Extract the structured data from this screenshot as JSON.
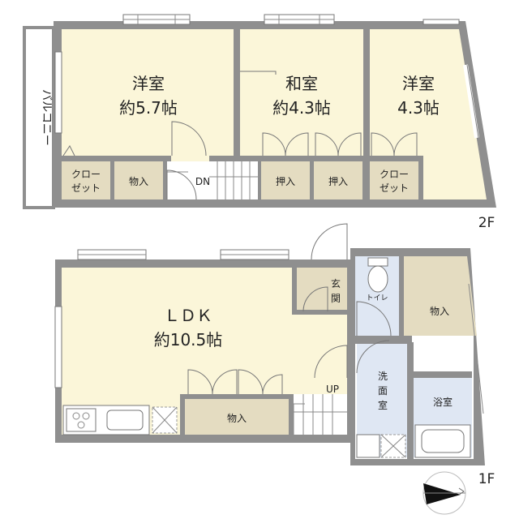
{
  "floors": {
    "upper": "2F",
    "lower": "1F"
  },
  "rooms_2f": {
    "balcony": "バルコニー",
    "western1_name": "洋室",
    "western1_size": "約5.7帖",
    "japanese_name": "和室",
    "japanese_size": "約4.3帖",
    "western2_name": "洋室",
    "western2_size": "4.3帖",
    "closet1_line1": "クロー",
    "closet1_line2": "ゼット",
    "storage": "物入",
    "stair_dn": "DN",
    "oshiire1": "押入",
    "oshiire2": "押入",
    "closet2_line1": "クロー",
    "closet2_line2": "ゼット"
  },
  "rooms_1f": {
    "ldk_name": "ＬＤＫ",
    "ldk_size": "約10.5帖",
    "storage_under_stair": "物入",
    "stair_up": "UP",
    "entrance_line1": "玄",
    "entrance_line2": "関",
    "toilet": "トイレ",
    "storage_right": "物入",
    "washroom_line1": "洗",
    "washroom_line2": "面",
    "washroom_line3": "室",
    "bathroom": "浴室"
  },
  "icons": {
    "compass": "north-compass-icon"
  },
  "colors": {
    "wall": "#8f8f8f",
    "room_fill": "#fbf6d9",
    "storage_fill": "#e4dcc1",
    "wet_fill": "#dfe7f3"
  }
}
